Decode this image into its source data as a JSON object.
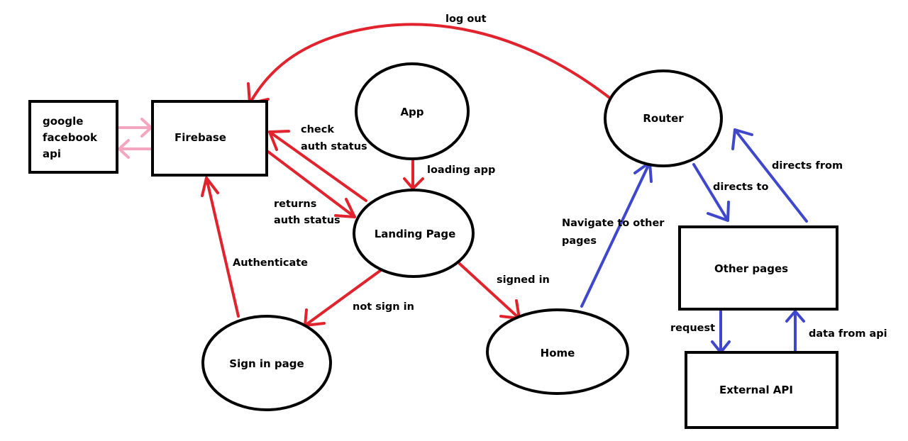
{
  "colors": {
    "red": "#e0232d",
    "blue": "#3f48cc",
    "pink": "#f4a6c1",
    "outline": "#000000"
  },
  "nodes": {
    "social_api": [
      "google",
      "facebook",
      "api"
    ],
    "firebase": "Firebase",
    "app": "App",
    "landing": "Landing Page",
    "signin": "Sign in page",
    "home": "Home",
    "router": "Router",
    "other_pages": "Other pages",
    "external_api": "External API"
  },
  "edges": {
    "log_out": {
      "label": [
        "log out"
      ],
      "from": "Router",
      "to": "Firebase",
      "color": "red"
    },
    "check_auth": {
      "label": [
        "check",
        "auth status"
      ],
      "from": "Landing Page",
      "to": "Firebase",
      "color": "red"
    },
    "returns_auth": {
      "label": [
        "returns",
        "auth status"
      ],
      "from": "Firebase",
      "to": "Landing Page",
      "color": "red"
    },
    "loading_app": {
      "label": [
        "loading app"
      ],
      "from": "App",
      "to": "Landing Page",
      "color": "red"
    },
    "not_sign_in": {
      "label": [
        "not sign in"
      ],
      "from": "Landing Page",
      "to": "Sign in page",
      "color": "red"
    },
    "signed_in": {
      "label": [
        "signed in"
      ],
      "from": "Landing Page",
      "to": "Home",
      "color": "red"
    },
    "authenticate": {
      "label": [
        "Authenticate"
      ],
      "from": "Sign in page",
      "to": "Firebase",
      "color": "red"
    },
    "navigate": {
      "label": [
        "Navigate to other",
        "pages"
      ],
      "from": "Home",
      "to": "Router",
      "color": "blue"
    },
    "directs_to": {
      "label": [
        "directs to"
      ],
      "from": "Router",
      "to": "Other pages",
      "color": "blue"
    },
    "directs_from": {
      "label": [
        "directs from"
      ],
      "from": "Other pages",
      "to": "Router",
      "color": "blue"
    },
    "request": {
      "label": [
        "request"
      ],
      "from": "Other pages",
      "to": "External API",
      "color": "blue"
    },
    "data_from_api": {
      "label": [
        "data from api"
      ],
      "from": "External API",
      "to": "Other pages",
      "color": "blue"
    },
    "social_to_firebase": {
      "label": [],
      "from": "google facebook api",
      "to": "Firebase",
      "color": "pink"
    },
    "firebase_to_social": {
      "label": [],
      "from": "Firebase",
      "to": "google facebook api",
      "color": "pink"
    }
  }
}
